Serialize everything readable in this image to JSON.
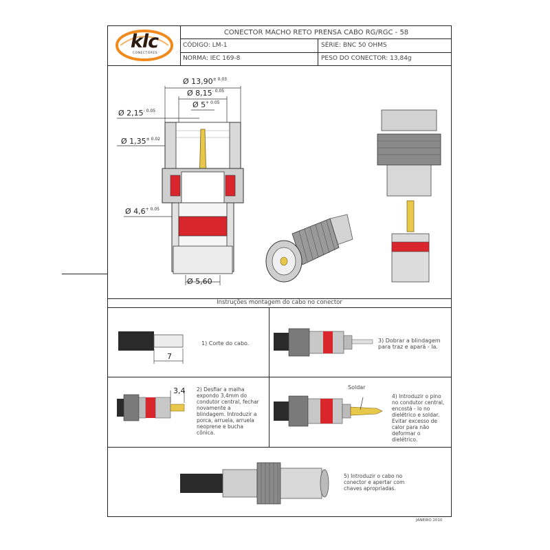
{
  "header": {
    "logo_text": "klc",
    "logo_sub": "CONECTORES",
    "title": "CONECTOR MACHO RETO PRENSA CABO RG/RGC - 58",
    "codigo": "CÓDIGO: LM-1",
    "serie": "SÉRIE: BNC 50 OHMS",
    "norma": "NORMA: IEC  169-8",
    "peso": "PESO DO CONECTOR: 13,84g"
  },
  "dimensions": {
    "d1": "Ø 13,90",
    "d1_tol": "± 0.03",
    "d2": "Ø 8,15",
    "d2_tol": "- 0.05",
    "d3": "Ø 5",
    "d3_tol": "+ 0.05",
    "d4": "Ø 2,15",
    "d4_tol": "- 0.05",
    "d5": "Ø 1,35",
    "d5_tol": "± 0.02",
    "d6": "Ø 4,6",
    "d6_tol": "+ 0.05",
    "d7": "Ø 5,60"
  },
  "instructions_title": "Instruções montagem do cabo no conector",
  "steps": {
    "s1": "1) Corte do cabo.",
    "s1_dim": "7",
    "s2": "2) Desfiar a malha\nexpondo 3,4mm do\ncondutor central, fechar\nnovamente a\nblindagem. Introduzir a\nporca, arruela, arruela\nneoprene e bucha\ncônica.",
    "s2_dim": "3,4",
    "s3": "3) Dobrar a blindagem\npara traz e apará - la.",
    "s4_label": "Soldar",
    "s4": "4) Introduzir o pino\nno condutor central,\nencostá - lo no\ndielétrico e soldar.\nEvitar excesso de\ncalor para não\ndeformar o\ndielétrico.",
    "s5": "5) Introduzir o cabo no\nconector e apertar com\nchaves apropriadas."
  },
  "footer": "JANEIRO 2010",
  "colors": {
    "accent": "#d8262c",
    "logo_orange": "#f08a1c",
    "metal": "#c8c8c8",
    "cable": "#2a2a2a"
  }
}
